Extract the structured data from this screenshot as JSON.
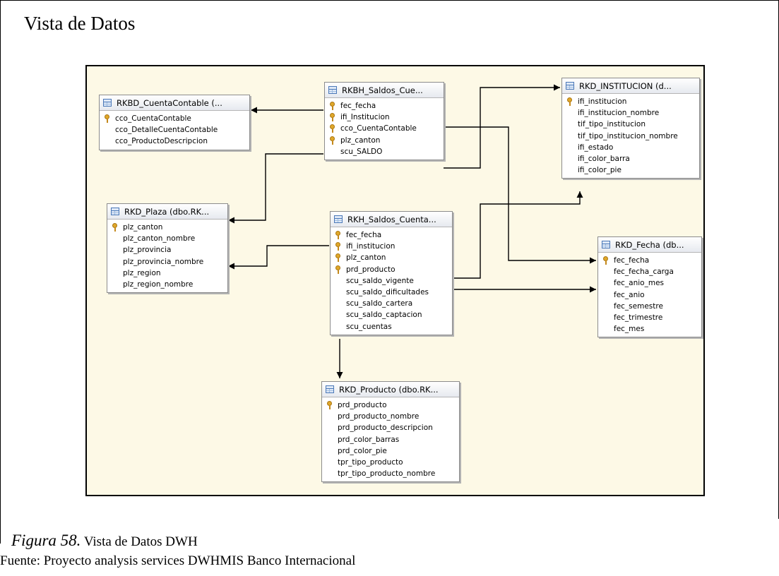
{
  "page_title": "Vista de Datos",
  "tables": {
    "cuenta_contable": {
      "title": "RKBD_CuentaContable (...",
      "columns": [
        {
          "name": "cco_CuentaContable",
          "key": true
        },
        {
          "name": "cco_DetalleCuentaContable",
          "key": false
        },
        {
          "name": "cco_ProductoDescripcion",
          "key": false
        }
      ]
    },
    "saldos_cue": {
      "title": "RKBH_Saldos_Cue...",
      "columns": [
        {
          "name": "fec_fecha",
          "key": true
        },
        {
          "name": "ifi_Institucion",
          "key": true
        },
        {
          "name": "cco_CuentaContable",
          "key": true
        },
        {
          "name": "plz_canton",
          "key": true
        },
        {
          "name": "scu_SALDO",
          "key": false
        }
      ]
    },
    "institucion": {
      "title": "RKD_INSTITUCION (d...",
      "columns": [
        {
          "name": "ifi_institucion",
          "key": true
        },
        {
          "name": "ifi_institucion_nombre",
          "key": false
        },
        {
          "name": "tif_tipo_institucion",
          "key": false
        },
        {
          "name": "tif_tipo_institucion_nombre",
          "key": false
        },
        {
          "name": "ifi_estado",
          "key": false
        },
        {
          "name": "ifi_color_barra",
          "key": false
        },
        {
          "name": "ifi_color_pie",
          "key": false
        }
      ]
    },
    "plaza": {
      "title": "RKD_Plaza (dbo.RK...",
      "columns": [
        {
          "name": "plz_canton",
          "key": true
        },
        {
          "name": "plz_canton_nombre",
          "key": false
        },
        {
          "name": "plz_provincia",
          "key": false
        },
        {
          "name": "plz_provincia_nombre",
          "key": false
        },
        {
          "name": "plz_region",
          "key": false
        },
        {
          "name": "plz_region_nombre",
          "key": false
        }
      ]
    },
    "saldos_cuenta": {
      "title": "RKH_Saldos_Cuenta...",
      "columns": [
        {
          "name": "fec_fecha",
          "key": true
        },
        {
          "name": "ifi_institucion",
          "key": true
        },
        {
          "name": "plz_canton",
          "key": true
        },
        {
          "name": "prd_producto",
          "key": true
        },
        {
          "name": "scu_saldo_vigente",
          "key": false
        },
        {
          "name": "scu_saldo_dificultades",
          "key": false
        },
        {
          "name": "scu_saldo_cartera",
          "key": false
        },
        {
          "name": "scu_saldo_captacion",
          "key": false
        },
        {
          "name": "scu_cuentas",
          "key": false
        }
      ]
    },
    "fecha": {
      "title": "RKD_Fecha (db...",
      "columns": [
        {
          "name": "fec_fecha",
          "key": true
        },
        {
          "name": "fec_fecha_carga",
          "key": false
        },
        {
          "name": "fec_anio_mes",
          "key": false
        },
        {
          "name": "fec_anio",
          "key": false
        },
        {
          "name": "fec_semestre",
          "key": false
        },
        {
          "name": "fec_trimestre",
          "key": false
        },
        {
          "name": "fec_mes",
          "key": false
        }
      ]
    },
    "producto": {
      "title": "RKD_Producto (dbo.RK...",
      "columns": [
        {
          "name": "prd_producto",
          "key": true
        },
        {
          "name": "prd_producto_nombre",
          "key": false
        },
        {
          "name": "prd_producto_descripcion",
          "key": false
        },
        {
          "name": "prd_color_barras",
          "key": false
        },
        {
          "name": "prd_color_pie",
          "key": false
        },
        {
          "name": "tpr_tipo_producto",
          "key": false
        },
        {
          "name": "tpr_tipo_producto_nombre",
          "key": false
        }
      ]
    }
  },
  "caption": {
    "figure_label": "Figura 58.",
    "figure_text": "Vista de Datos DWH"
  },
  "source": "Fuente: Proyecto analysis services DWHMIS Banco Internacional",
  "colors": {
    "canvas_background": "#fdf9e6",
    "key_icon": "#e0a82a",
    "table_icon": "#4a78b8"
  }
}
